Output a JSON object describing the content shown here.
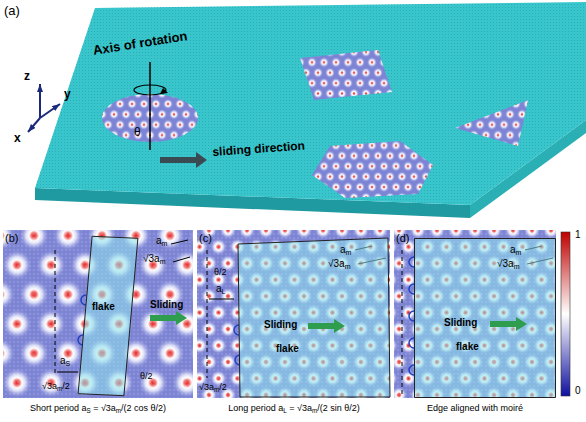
{
  "diagram": {
    "nodes": [
      {
        "text": [
          "flake"
        ]
      },
      {
        "text": [
          "Sliding",
          "flake"
        ]
      },
      {
        "text": [
          "Sliding",
          "flake"
        ]
      }
    ],
    "labels": [
      "(a)",
      "Axis of rotation",
      "z",
      "y",
      "x",
      "θ",
      "sliding direction",
      "(b)",
      "am",
      "√3am",
      "Sliding",
      "aS",
      "θ/2",
      "√3am/2",
      "Short period aS = √3am/(2 cos θ/2)",
      "(c)",
      "am",
      "√3am",
      "θ/2",
      "aL",
      "√3am/2",
      "Long period aL = √3am/(2 sin θ/2)",
      "(d)",
      "am",
      "√3am",
      "Edge aligned with moiré",
      "1",
      "0"
    ]
  }
}
